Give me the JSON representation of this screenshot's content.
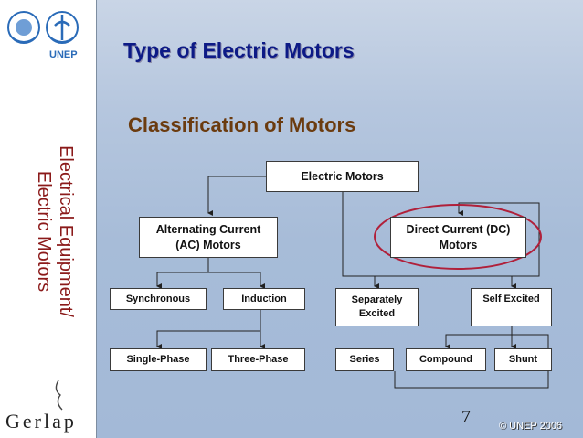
{
  "logos": {
    "unep_label": "UNEP"
  },
  "sidebar": {
    "vertical_line1": "Electrical Equipment/",
    "vertical_line2": "Electric Motors",
    "brand": "Gerlap"
  },
  "slide": {
    "title": "Type of Electric Motors",
    "subtitle": "Classification of Motors",
    "page_number": "7",
    "copyright": "© UNEP 2006"
  },
  "diagram": {
    "root": "Electric Motors",
    "ac_line1": "Alternating Current",
    "ac_line2": "(AC) Motors",
    "dc_line1": "Direct Current (DC)",
    "dc_line2": "Motors",
    "synchronous": "Synchronous",
    "induction": "Induction",
    "separately_line1": "Separately",
    "separately_line2": "Excited",
    "self_excited": "Self Excited",
    "single_phase": "Single-Phase",
    "three_phase": "Three-Phase",
    "series": "Series",
    "compound": "Compound",
    "shunt": "Shunt"
  },
  "colors": {
    "title": "#0d1a86",
    "subtitle": "#6b3b0f",
    "highlight_ellipse": "#b0203a",
    "vertical_text": "#8b1a1a"
  }
}
